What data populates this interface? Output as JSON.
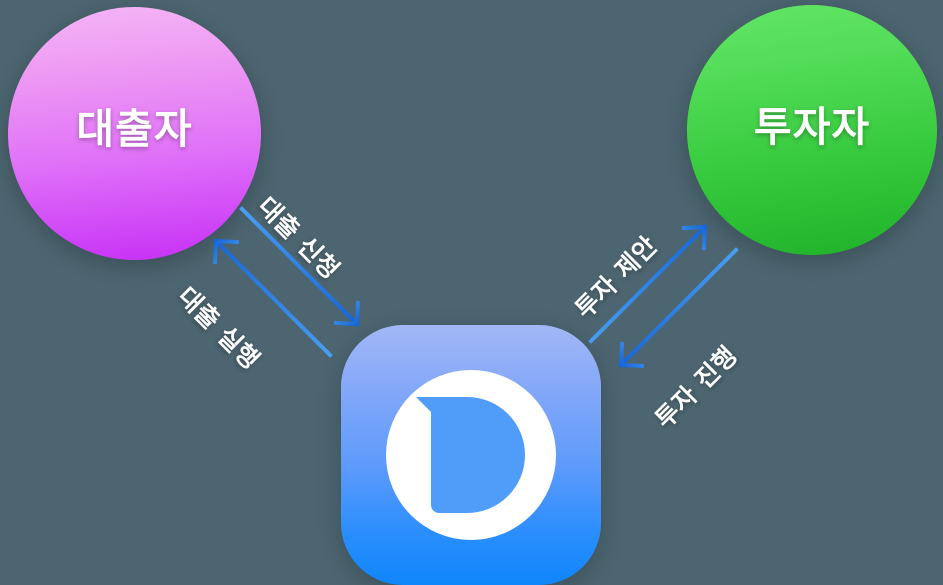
{
  "diagram": {
    "title": "P2P lending platform flow",
    "background_color": "#4c6570",
    "actors": [
      {
        "id": "borrower",
        "label": "대출자",
        "color_from": "#f4b6f6",
        "color_to": "#c62ef6"
      },
      {
        "id": "investor",
        "label": "투자자",
        "color_from": "#63e567",
        "color_to": "#1fb128"
      }
    ],
    "platform": {
      "id": "platform",
      "icon_name": "app-icon-d-logo",
      "color_from": "#a2b8f6",
      "color_to": "#0f86fb",
      "mark_color": "#ffffff"
    },
    "flows": [
      {
        "id": "loan-request",
        "label": "대출 신청",
        "from": "borrower",
        "to": "platform",
        "direction": "down-right",
        "color": "#2f86e8"
      },
      {
        "id": "loan-execute",
        "label": "대출 실행",
        "from": "platform",
        "to": "borrower",
        "direction": "up-left",
        "color": "#2f86e8"
      },
      {
        "id": "invest-propose",
        "label": "투자 제안",
        "from": "platform",
        "to": "investor",
        "direction": "up-right",
        "color": "#2f86e8"
      },
      {
        "id": "invest-execute",
        "label": "투자 진행",
        "from": "investor",
        "to": "platform",
        "direction": "down-left",
        "color": "#2f86e8"
      }
    ]
  }
}
